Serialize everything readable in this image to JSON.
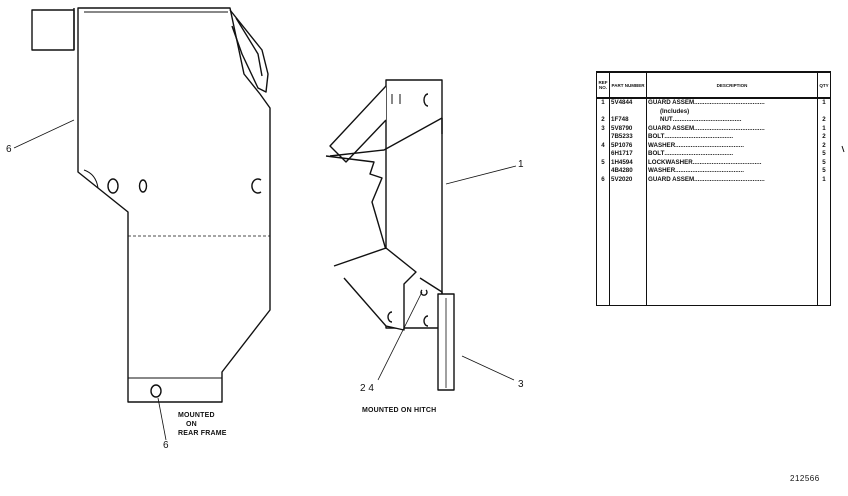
{
  "callouts": {
    "left_guard_ref": "6",
    "left_bottom_ref": "6",
    "right_guard_ref": "1",
    "bolt_refs": "2 4",
    "lower_guard_ref": "3"
  },
  "captions": {
    "left_line1": "MOUNTED",
    "left_line2": "ON",
    "left_line3": "REAR FRAME",
    "right": "MOUNTED ON HITCH"
  },
  "parts_table": {
    "headers": {
      "ref": "REF NO.",
      "part": "PART NUMBER",
      "desc": "DESCRIPTION",
      "qty": "QTY"
    },
    "rows": [
      {
        "ref": "1",
        "part": "5V4844",
        "desc": "GUARD ASSEM.",
        "qty": "1",
        "dots": true
      },
      {
        "ref": "",
        "part": "",
        "desc": "(Includes)",
        "qty": "",
        "dots": false,
        "indent": true
      },
      {
        "ref": "2",
        "part": "1F748",
        "desc": "NUT",
        "qty": "2",
        "dots": true,
        "indent": true
      },
      {
        "ref": "3",
        "part": "5V8790",
        "desc": "GUARD ASSEM.",
        "qty": "1",
        "dots": true
      },
      {
        "ref": "",
        "part": "7B5233",
        "desc": "BOLT",
        "qty": "2",
        "dots": true
      },
      {
        "ref": "4",
        "part": "5P1076",
        "desc": "WASHER",
        "qty": "2",
        "dots": true
      },
      {
        "ref": "",
        "part": "6H1717",
        "desc": "BOLT",
        "qty": "5",
        "dots": true
      },
      {
        "ref": "5",
        "part": "1H4594",
        "desc": "LOCKWASHER",
        "qty": "5",
        "dots": true
      },
      {
        "ref": "",
        "part": "4B4280",
        "desc": "WASHER",
        "qty": "5",
        "dots": true
      },
      {
        "ref": "6",
        "part": "5V2020",
        "desc": "GUARD ASSEM.",
        "qty": "1",
        "dots": true
      }
    ]
  },
  "drawing_number": "212566",
  "icons": {
    "left_guard": "rear-frame-guard-drawing",
    "right_guard": "hitch-guard-drawing"
  }
}
